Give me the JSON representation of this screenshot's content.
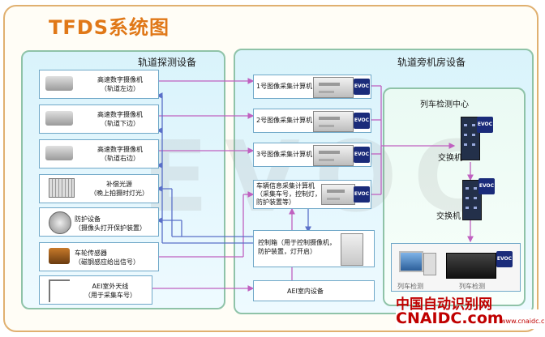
{
  "title": "TFDS系统图",
  "watermark": "EVOC",
  "left_panel": {
    "title": "轨道探测设备",
    "items": [
      {
        "line1": "高速数字摄像机",
        "line2": "（轨道左边）"
      },
      {
        "line1": "高速数字摄像机",
        "line2": "（轨道下边）"
      },
      {
        "line1": "高速数字摄像机",
        "line2": "（轨道右边）"
      },
      {
        "line1": "补偿光源",
        "line2": "（晚上拍摄时灯光）"
      },
      {
        "line1": "防护设备",
        "line2": "（摄像头打开保护装置）"
      },
      {
        "line1": "车轮传感器",
        "line2": "（磁钢感应给出信号）"
      },
      {
        "line1": "AEI室外天线",
        "line2": "（用于采集车号）"
      }
    ]
  },
  "right_panel": {
    "title": "轨道旁机房设备",
    "computers": [
      {
        "lines": [
          "1号图像采集计算机"
        ]
      },
      {
        "lines": [
          "2号图像采集计算机"
        ]
      },
      {
        "lines": [
          "3号图像采集计算机"
        ]
      },
      {
        "lines": [
          "车辆信息采集计算机",
          "（采集车号，控制灯，",
          "防护装置等）"
        ]
      }
    ],
    "controller": {
      "lines": [
        "控制箱（用于控制摄像机，",
        "防护装置，灯开启）"
      ]
    },
    "aei": {
      "label": "AEI室内设备"
    }
  },
  "center": {
    "title": "列车检测中心",
    "switch1": "交换机",
    "switch2": "交换机",
    "bottom_labels": [
      "列车检测",
      "列车检测"
    ]
  },
  "logo_text": "EVOC",
  "brand": {
    "line1": "中国自动识别网",
    "line2": "CNAIDC.com",
    "line3": "www.cnaidc.com"
  },
  "colors": {
    "line_purple": "#c060c0",
    "line_blue": "#5a70c8",
    "title_orange": "#e07818"
  }
}
